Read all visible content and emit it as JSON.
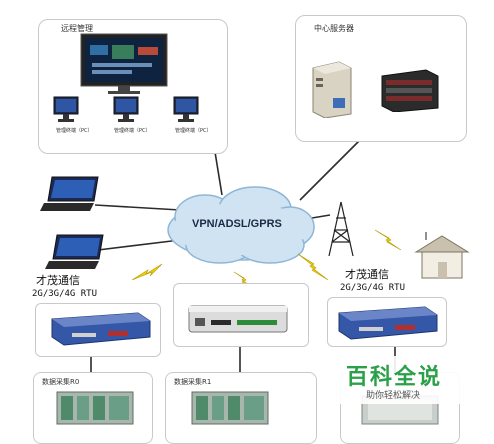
{
  "panels": {
    "remote_mgmt": {
      "title": "远程管理"
    },
    "center_server": {
      "title": "中心服务器"
    },
    "acq_r0": {
      "title": "数据采集R0"
    },
    "acq_r1": {
      "title": "数据采集R1"
    }
  },
  "workstations": [
    {
      "label": "管理终端（PC）"
    },
    {
      "label": "管理终端（PC）"
    },
    {
      "label": "管理终端（PC）"
    }
  ],
  "network": {
    "label": "VPN/ADSL/GPRS"
  },
  "rtu_left": {
    "brand": "才茂通信",
    "spec": "2G/3G/4G RTU"
  },
  "rtu_right": {
    "brand": "才茂通信",
    "spec": "2G/3G/4G RTU"
  },
  "watermark": {
    "title": "百科全说",
    "subtitle": "助你轻松解决"
  },
  "colors": {
    "lines": "#2b2b2b",
    "cloud": "#cfe3f3",
    "lightning": "#f2d200",
    "watermark_green": "#2aa148",
    "device_blue": "#3557a8"
  }
}
